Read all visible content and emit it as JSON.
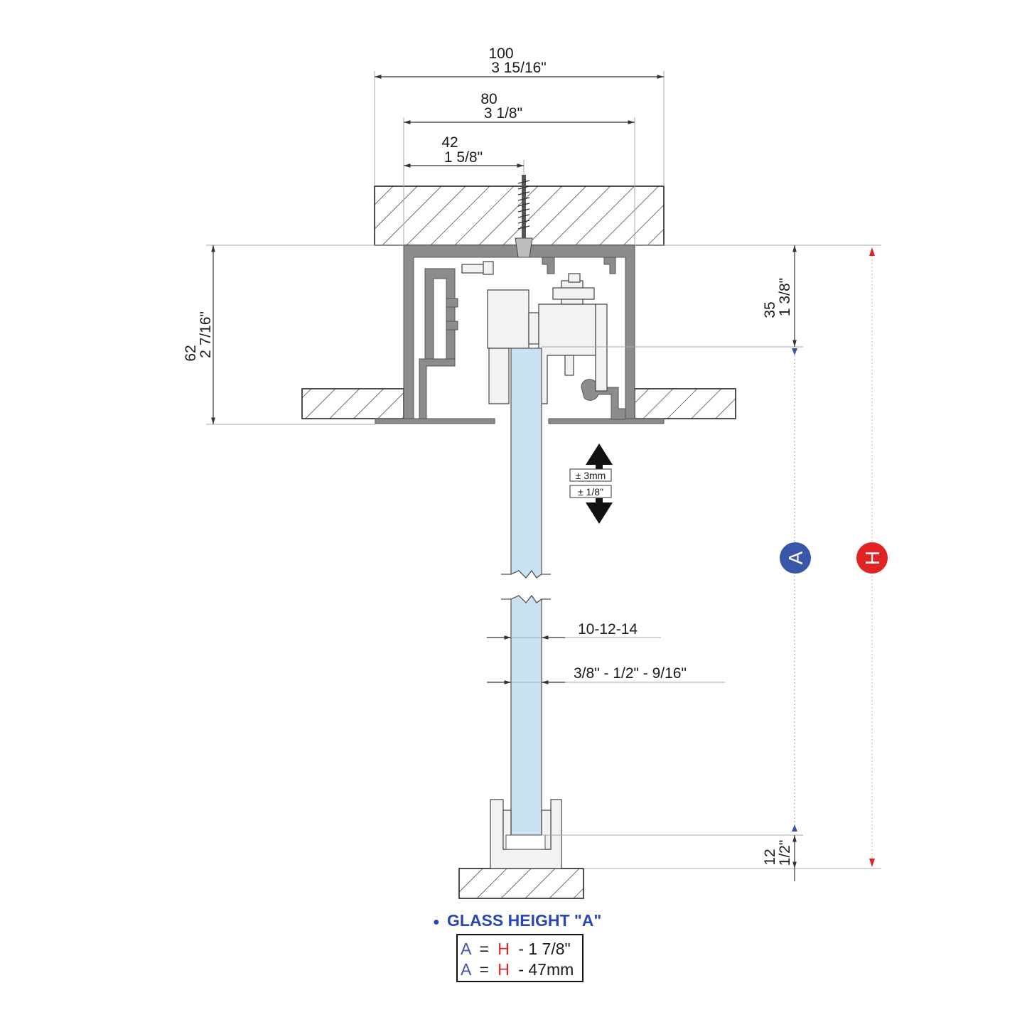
{
  "dimensions": {
    "width_total": {
      "mm": "100",
      "inch": "3 15/16\""
    },
    "width_track": {
      "mm": "80",
      "inch": "3 1/8\""
    },
    "offset_center": {
      "mm": "42",
      "inch": "1 5/8\""
    },
    "track_height": {
      "mm": "62",
      "inch": "2 7/16\""
    },
    "glass_top": {
      "mm": "35",
      "inch": "1 3/8\""
    },
    "adjust": {
      "mm": "± 3mm",
      "inch": "± 1/8\""
    },
    "glass_thickness": {
      "mm": "10-12-14",
      "inch": "3/8\" - 1/2\" - 9/16\""
    },
    "floor_gap": {
      "mm": "12",
      "inch": "1/2\""
    }
  },
  "markers": {
    "A": {
      "letter": "A",
      "color": "#3a56a8"
    },
    "H": {
      "letter": "H",
      "color": "#e02424"
    }
  },
  "formula": {
    "title": "GLASS HEIGHT \"A\"",
    "bullet": "●",
    "rows": [
      {
        "a": "A",
        "eq": "=",
        "h": "H",
        "rest": "- 1 7/8\""
      },
      {
        "a": "A",
        "eq": "=",
        "h": "H",
        "rest": "- 47mm"
      }
    ]
  },
  "colors": {
    "blue": "#3a56a8",
    "red": "#e02424",
    "title_blue": "#2b46b5",
    "glass": "#c8e2f2",
    "profile": "#8c8c8c"
  }
}
